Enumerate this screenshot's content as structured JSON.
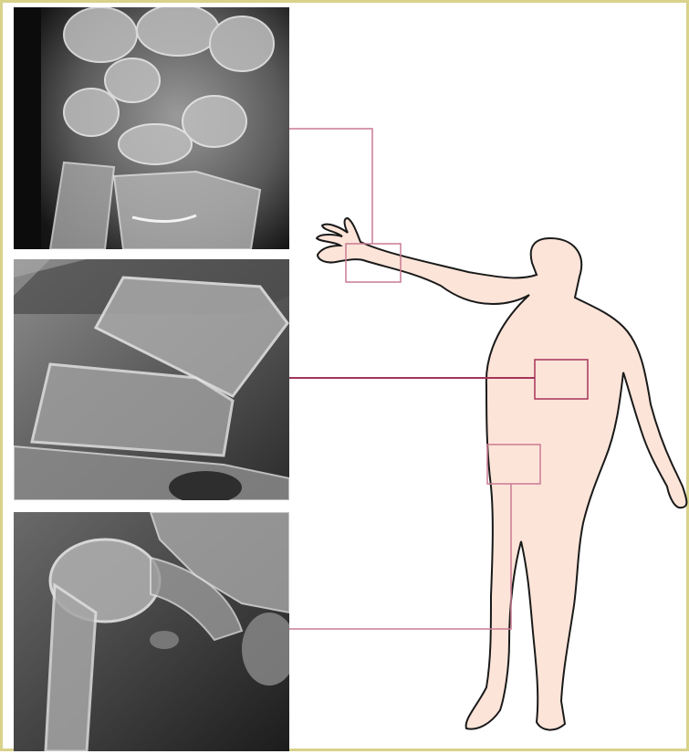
{
  "diagram": {
    "panels": [
      {
        "id": "wrist",
        "icon": "wrist-xray-image"
      },
      {
        "id": "spine",
        "icon": "spine-xray-image"
      },
      {
        "id": "hip",
        "icon": "hip-xray-image"
      }
    ],
    "figure": {
      "icon": "human-body-outline"
    },
    "colors": {
      "border": "#d8d28a",
      "body_fill": "#fde4d8",
      "body_stroke": "#1a1a1a",
      "connector": "#c97b92",
      "connector_dark": "#a3345a",
      "xray_dark": "#141414",
      "xray_mid": "#6b6b6b",
      "xray_light": "#d9d9d9"
    }
  }
}
